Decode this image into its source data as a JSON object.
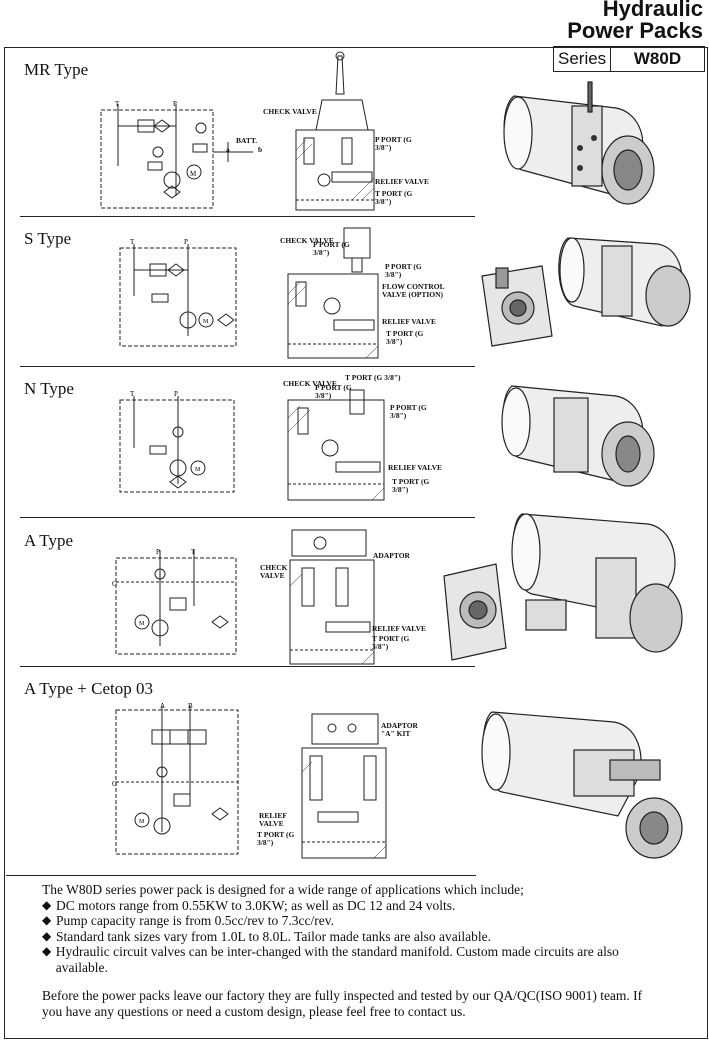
{
  "header": {
    "title_line1": "Hydraulic",
    "title_line2": "Power Packs",
    "series_label": "Series",
    "series_value": "W80D"
  },
  "sections": [
    {
      "label": "MR Type",
      "callouts": [
        "CHECK VALVE",
        "P PORT (G 3/8\")",
        "RELIEF VALVE",
        "T PORT (G 3/8\")",
        "BATT.",
        "a",
        "b"
      ]
    },
    {
      "label": "S Type",
      "callouts": [
        "CHECK VALVE",
        "P PORT (G 3/8\")",
        "P PORT (G 3/8\")",
        "FLOW CONTROL VALVE (OPTION)",
        "RELIEF VALVE",
        "T PORT (G 3/8\")"
      ]
    },
    {
      "label": "N Type",
      "callouts": [
        "CHECK VALVE",
        "P PORT (G 3/8\")",
        "T PORT (G 3/8\")",
        "P PORT (G 3/8\")",
        "RELIEF VALVE",
        "T PORT (G 3/8\")"
      ]
    },
    {
      "label": "A Type",
      "callouts": [
        "ADAPTOR",
        "CHECK VALVE",
        "RELIEF VALVE",
        "T PORT (G 3/8\")"
      ]
    },
    {
      "label": "A Type + Cetop 03",
      "callouts": [
        "ADAPTOR \"A\" KIT",
        "RELIEF VALVE",
        "T PORT (G 3/8\")"
      ]
    }
  ],
  "description": {
    "intro": "The W80D series power pack is designed for a wide range of applications which include;",
    "bullets": [
      "DC motors range from 0.55KW to 3.0KW; as well as DC 12 and 24 volts.",
      "Pump capacity range is from 0.5cc/rev to 7.3cc/rev.",
      "Standard tank sizes vary from 1.0L to 8.0L. Tailor made tanks are also available.",
      "Hydraulic circuit valves can be inter-changed with the standard manifold. Custom made circuits are also available."
    ],
    "closing": "Before the power packs leave our factory they are fully inspected and tested by our QA/QC(ISO 9001) team. If you have any questions or need a custom design, please feel free to contact us."
  },
  "icons": {
    "bullet": "diamond-bullet-icon"
  }
}
